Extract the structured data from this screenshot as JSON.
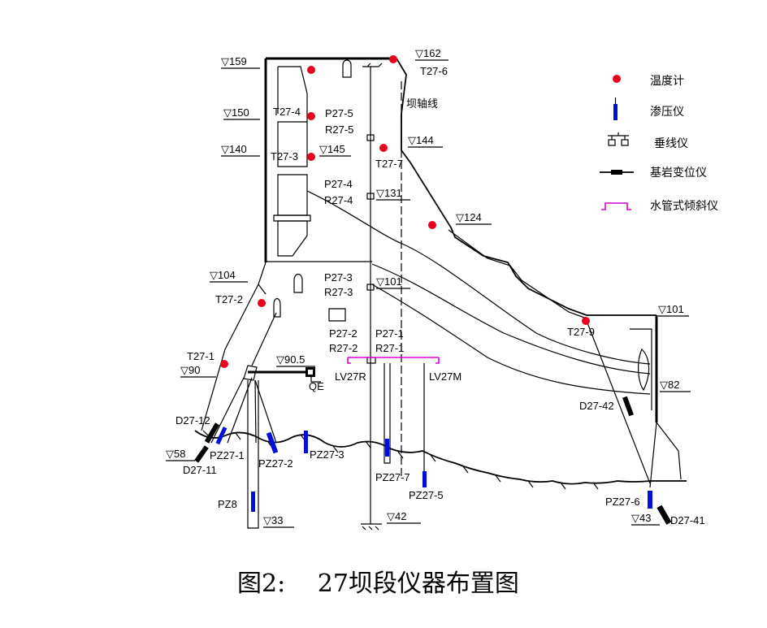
{
  "elevations": {
    "e159": "▽159",
    "e162": "▽162",
    "e150": "▽150",
    "e140": "▽140",
    "e145": "▽145",
    "e144": "▽144",
    "e131": "▽131",
    "e124": "▽124",
    "e104": "▽104",
    "e101a": "▽101",
    "e101b": "▽101",
    "e90_5": "▽90.5",
    "e90": "▽90",
    "e82": "▽82",
    "e58": "▽58",
    "e43": "▽43",
    "e42": "▽42",
    "e33": "▽33"
  },
  "labels": {
    "t27_6": "T27-6",
    "axis": "坝轴线",
    "t27_4": "T27-4",
    "t27_3": "T27-3",
    "p27_5": "P27-5",
    "r27_5": "R27-5",
    "t27_7": "T27-7",
    "p27_4": "P27-4",
    "r27_4": "R27-4",
    "p27_3": "P27-3",
    "r27_3": "R27-3",
    "t27_2": "T27-2",
    "p27_2": "P27-2",
    "r27_2": "R27-2",
    "p27_1": "P27-1",
    "r27_1": "R27-1",
    "t27_9": "T27-9",
    "t27_1": "T27-1",
    "lv27r": "LV27R",
    "lv27m": "LV27M",
    "qe": "QE",
    "d27_42": "D27-42",
    "d27_12": "D27-12",
    "pz27_1": "PZ27-1",
    "pz27_2": "PZ27-2",
    "pz27_3": "PZ27-3",
    "pz27_7": "PZ27-7",
    "pz27_5": "PZ27-5",
    "pz27_6": "PZ27-6",
    "d27_11": "D27-11",
    "d27_41": "D27-41",
    "pz8": "PZ8"
  },
  "legend": {
    "thermometer": "温度计",
    "piezometer": "渗压仪",
    "plumb": "垂线仪",
    "extensometer": "基岩变位仪",
    "tiltmeter": "水管式倾斜仪"
  },
  "caption": "图2:　 27坝段仪器布置图",
  "colors": {
    "thermometer": "#e8001c",
    "piezometer": "#0010d8",
    "tiltmeter": "#d800d8",
    "line": "#000000"
  }
}
